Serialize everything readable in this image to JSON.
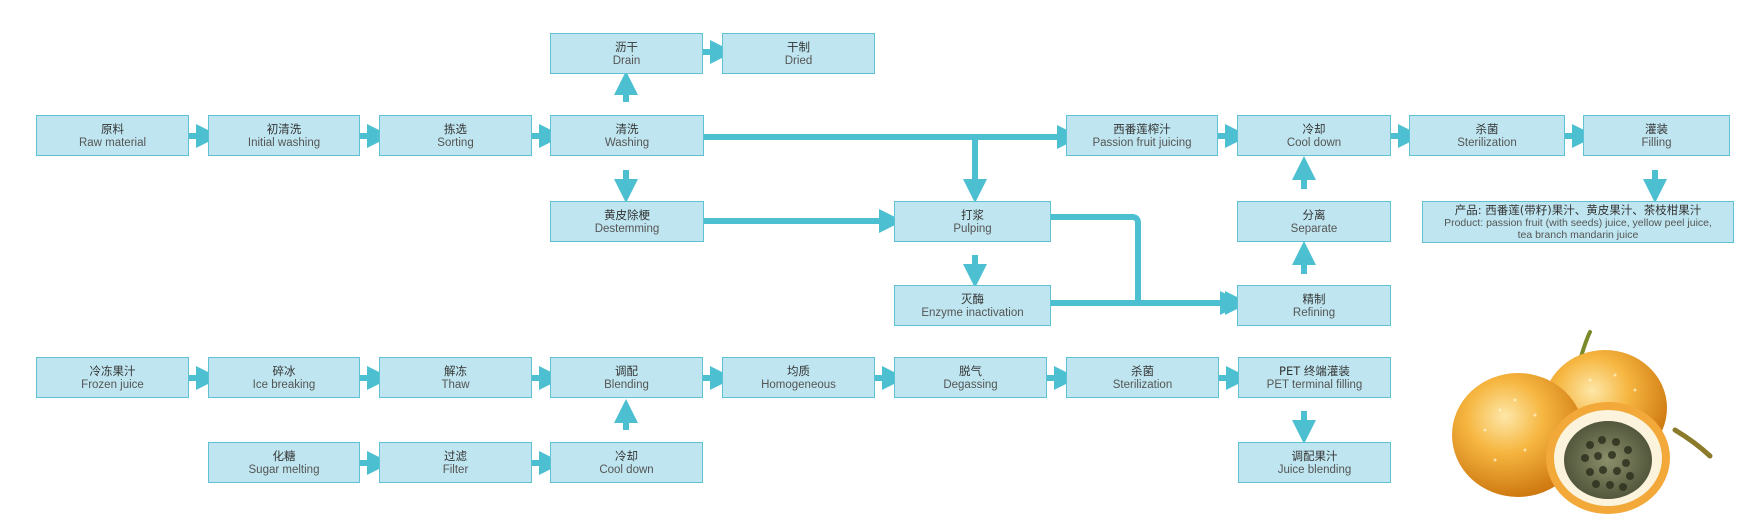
{
  "colors": {
    "fill": "#bfe6f0",
    "border": "#5fc2d2",
    "arrow": "#4cc0d0"
  },
  "steps": {
    "drain": {
      "zh": "沥干",
      "en": "Drain"
    },
    "dried": {
      "zh": "干制",
      "en": "Dried"
    },
    "raw": {
      "zh": "原料",
      "en": "Raw material"
    },
    "initial_washing": {
      "zh": "初清洗",
      "en": "Initial washing"
    },
    "sorting": {
      "zh": "拣选",
      "en": "Sorting"
    },
    "washing": {
      "zh": "清洗",
      "en": "Washing"
    },
    "passion_juicing": {
      "zh": "西番莲榨汁",
      "en": "Passion fruit juicing"
    },
    "cool_down_top": {
      "zh": "冷却",
      "en": "Cool down"
    },
    "sterilization_top": {
      "zh": "杀菌",
      "en": "Sterilization"
    },
    "filling": {
      "zh": "灌装",
      "en": "Filling"
    },
    "destemming": {
      "zh": "黄皮除梗",
      "en": "Destemming"
    },
    "pulping": {
      "zh": "打浆",
      "en": "Pulping"
    },
    "separate": {
      "zh": "分离",
      "en": "Separate"
    },
    "enzyme": {
      "zh": "灭酶",
      "en": "Enzyme inactivation"
    },
    "refining": {
      "zh": "精制",
      "en": "Refining"
    },
    "frozen_juice": {
      "zh": "冷冻果汁",
      "en": "Frozen juice"
    },
    "ice_breaking": {
      "zh": "碎冰",
      "en": "Ice breaking"
    },
    "thaw": {
      "zh": "解冻",
      "en": "Thaw"
    },
    "blending": {
      "zh": "调配",
      "en": "Blending"
    },
    "homogeneous": {
      "zh": "均质",
      "en": "Homogeneous"
    },
    "degassing": {
      "zh": "脱气",
      "en": "Degassing"
    },
    "sterilization_bottom": {
      "zh": "杀菌",
      "en": "Sterilization"
    },
    "pet_filling": {
      "zh": "PET 终端灌装",
      "en": "PET terminal filling"
    },
    "sugar_melting": {
      "zh": "化糖",
      "en": "Sugar melting"
    },
    "filter": {
      "zh": "过滤",
      "en": "Filter"
    },
    "cool_down_bottom": {
      "zh": "冷却",
      "en": "Cool down"
    },
    "juice_blending": {
      "zh": "调配果汁",
      "en": "Juice blending"
    }
  },
  "product": {
    "zh": "产品: 西番莲(带籽)果汁、黄皮果汁、茶枝柑果汁",
    "en_line1": "Product: passion fruit (with seeds) juice, yellow peel juice,",
    "en_line2": "tea branch mandarin juice"
  }
}
